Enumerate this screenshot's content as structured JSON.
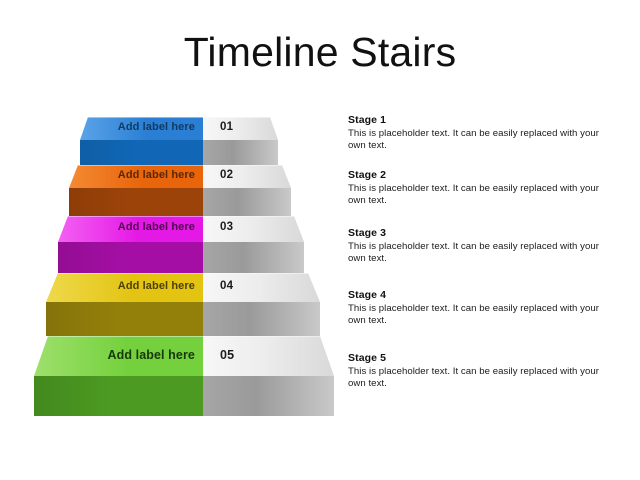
{
  "slide": {
    "title": "Timeline Stairs",
    "background_color": "#ffffff"
  },
  "stairs": {
    "label_text": "Add label here",
    "steps": [
      {
        "number": "01",
        "label": "Add label here",
        "color_top": "#2a7fd4",
        "color_top_light": "#5aa3e8",
        "color_front": "#1167b5",
        "color_side": "#0f5ea6",
        "label_color": "#123a63",
        "gray_top": "#ededed",
        "gray_top_light": "#f7f7f7",
        "gray_front": "#9a9a9a",
        "gray_side": "#8d8d8d"
      },
      {
        "number": "02",
        "label": "Add label here",
        "color_top": "#e8650b",
        "color_top_light": "#f58a33",
        "color_front": "#9c4309",
        "color_side": "#8e3d08",
        "label_color": "#5c2704",
        "gray_top": "#ededed",
        "gray_top_light": "#f7f7f7",
        "gray_front": "#9a9a9a",
        "gray_side": "#8d8d8d"
      },
      {
        "number": "03",
        "label": "Add label here",
        "color_top": "#e519e5",
        "color_top_light": "#f361f3",
        "color_front": "#a40ea4",
        "color_side": "#930d93",
        "label_color": "#52064f",
        "gray_top": "#ededed",
        "gray_top_light": "#f7f7f7",
        "gray_front": "#9a9a9a",
        "gray_side": "#8d8d8d"
      },
      {
        "number": "04",
        "label": "Add label here",
        "color_top": "#e3c413",
        "color_top_light": "#efd94b",
        "color_front": "#93800a",
        "color_side": "#85730a",
        "label_color": "#4c4104",
        "gray_top": "#ededed",
        "gray_top_light": "#f7f7f7",
        "gray_front": "#9a9a9a",
        "gray_side": "#8d8d8d"
      },
      {
        "number": "05",
        "label": "Add label here",
        "color_top": "#74d13d",
        "color_top_light": "#9ee06c",
        "color_front": "#4c9a22",
        "color_side": "#43891e",
        "label_color": "#17380a",
        "gray_top": "#ededed",
        "gray_top_light": "#f7f7f7",
        "gray_front": "#9a9a9a",
        "gray_side": "#8d8d8d"
      }
    ]
  },
  "stages": [
    {
      "title": "Stage 1",
      "body": "This is placeholder text. It can be easily replaced with your own text."
    },
    {
      "title": "Stage 2",
      "body": "This is placeholder text. It can be easily replaced with your own text."
    },
    {
      "title": "Stage 3",
      "body": "This is placeholder text. It can be easily replaced with your own text."
    },
    {
      "title": "Stage 4",
      "body": "This is placeholder text. It can be easily replaced with your own text."
    },
    {
      "title": "Stage 5",
      "body": "This is placeholder text. It can be easily replaced with your own text."
    }
  ]
}
